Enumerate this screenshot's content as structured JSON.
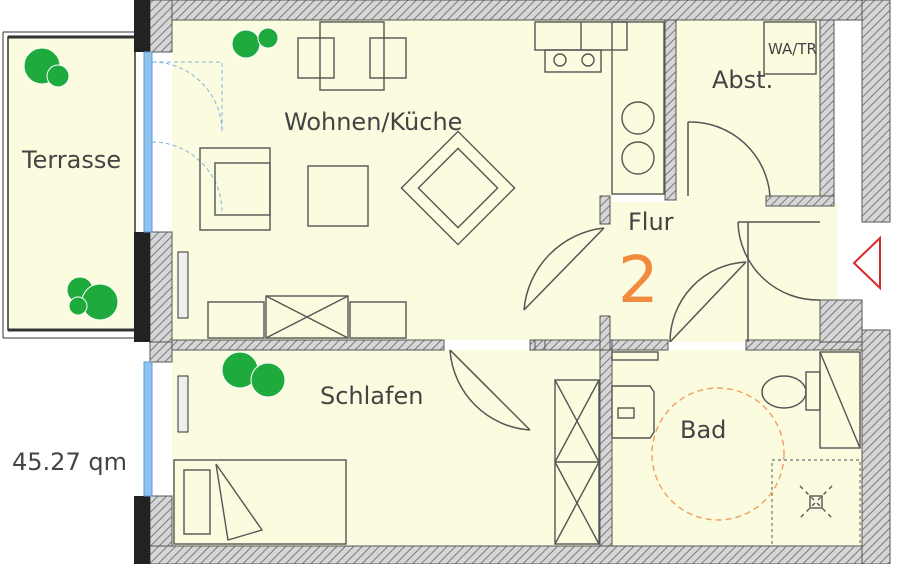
{
  "plan": {
    "unit_number": "2",
    "area_text": "45.27 qm",
    "colors": {
      "floor": "#fbfbdf",
      "wall": "#888888",
      "window": "#8fc3ee",
      "plant": "#1faa3e",
      "accent_orange": "#f08a3c",
      "entrance_arrow": "#d62a2a"
    },
    "rooms": {
      "terrasse": "Terrasse",
      "wohnen": "Wohnen/Küche",
      "abst": "Abst.",
      "flur": "Flur",
      "schlafen": "Schlafen",
      "bad": "Bad"
    },
    "labels": {
      "wa_tr": "WA/TR"
    },
    "icons": [
      "plant-icon",
      "entrance-arrow-icon",
      "shower-drain-icon",
      "sink-icon",
      "toilet-icon",
      "stove-icon"
    ]
  }
}
